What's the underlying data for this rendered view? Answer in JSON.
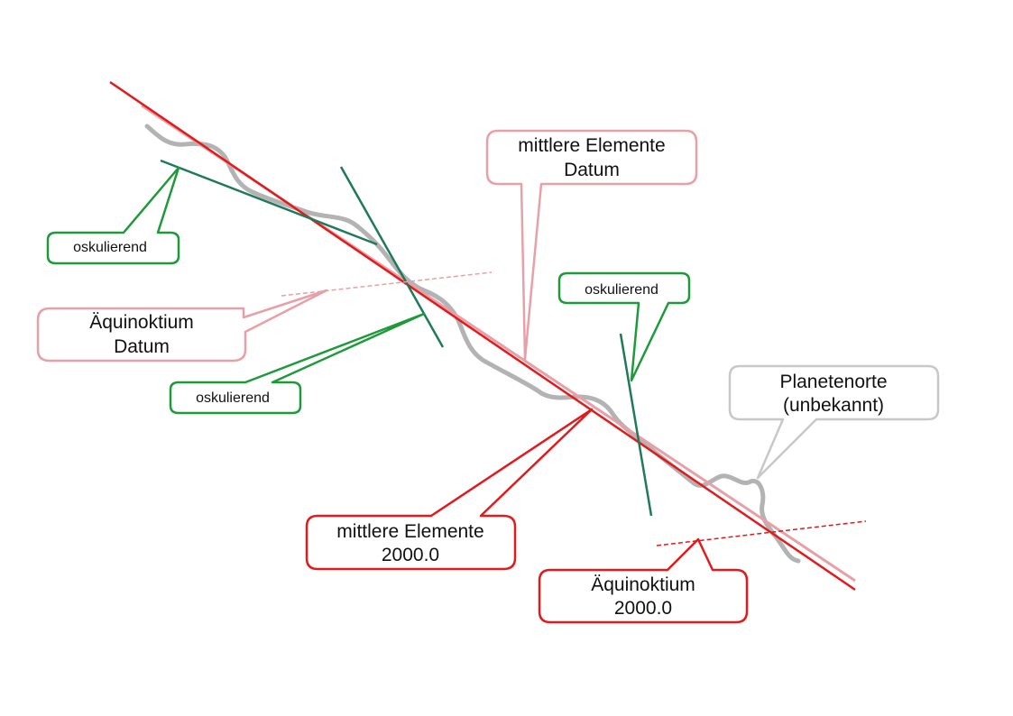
{
  "colors": {
    "background": "#ffffff",
    "orbit_gray": "#b3b3b3",
    "red": "#e31a1c",
    "pink": "#e8a0a8",
    "green": "#1f9a3a",
    "dark_green": "#1f7a5a",
    "callout_gray": "#c8c8c8",
    "text": "#111111"
  },
  "callouts": {
    "osculating_top_left": {
      "text": "oskulierend"
    },
    "equinox_date": {
      "line1": "Äquinoktium",
      "line2": "Datum"
    },
    "osculating_middle_left": {
      "text": "oskulierend"
    },
    "mean_elements_date": {
      "line1": "mittlere Elemente",
      "line2": "Datum"
    },
    "osculating_right": {
      "text": "oskulierend"
    },
    "planet_positions": {
      "line1": "Planetenorte",
      "line2": "(unbekannt)"
    },
    "mean_elements_2000": {
      "line1": "mittlere Elemente",
      "line2": "2000.0"
    },
    "equinox_2000": {
      "line1": "Äquinoktium",
      "line2": "2000.0"
    }
  }
}
